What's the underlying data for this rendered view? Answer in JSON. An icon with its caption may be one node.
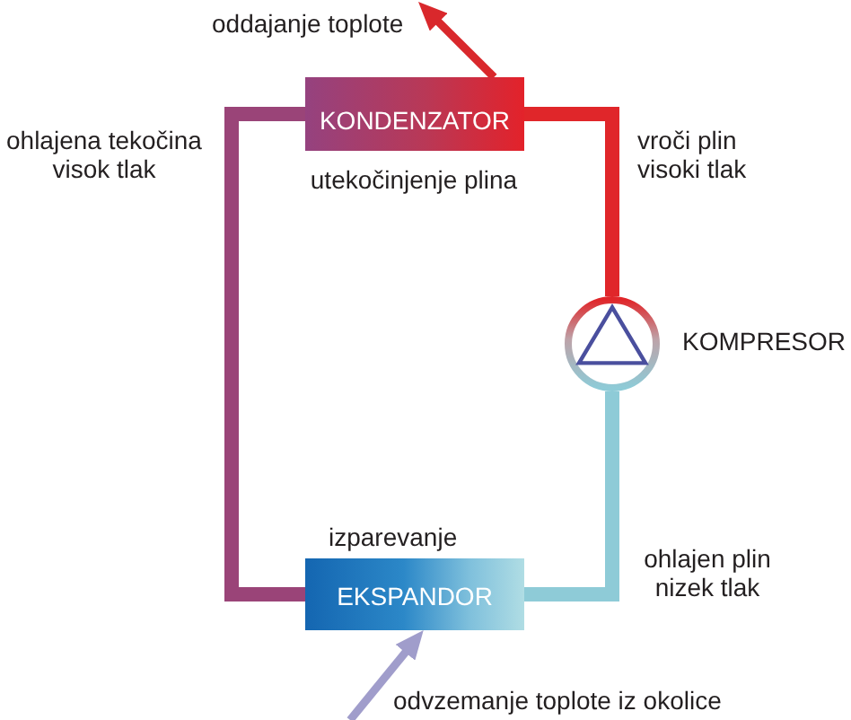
{
  "diagram": {
    "nodes": [
      {
        "text": [
          "KONDENZATOR"
        ],
        "beside": [
          "utekočinjenje plina"
        ]
      },
      {
        "text": [
          "KOMPRESOR"
        ]
      },
      {
        "text": [
          "EKSPANDOR"
        ],
        "beside": [
          "izparevanje"
        ]
      }
    ],
    "edges": [
      {
        "from": 1,
        "to": 0,
        "arrow": "none",
        "label": "vroči plin visoki tlak",
        "color": "#e0262a"
      },
      {
        "from": 0,
        "to": 2,
        "arrow": "none",
        "label": "ohlajena tekočina visok tlak",
        "color": "#9a4478"
      },
      {
        "from": 2,
        "to": 1,
        "arrow": "none",
        "label": "ohlajen plin nizek tlak",
        "color": "#8ecbd7"
      },
      {
        "from": 0,
        "to": null,
        "arrow": "to",
        "label": "oddajanje toplote",
        "color": "#d9282c"
      },
      {
        "from": null,
        "to": 2,
        "arrow": "to",
        "label": "odvzemanje toplote iz okolice",
        "color": "#a09dcb"
      }
    ]
  }
}
